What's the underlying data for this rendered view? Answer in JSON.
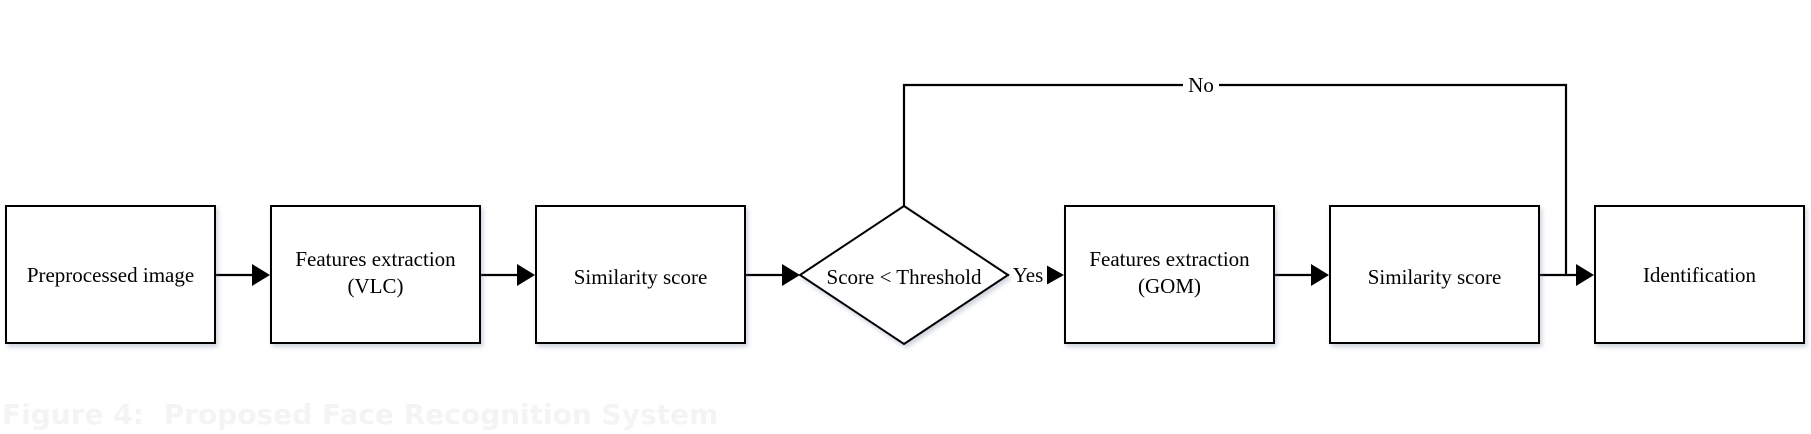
{
  "nodes": {
    "preprocessed": {
      "lines": [
        "Preprocessed image"
      ]
    },
    "features_vlc": {
      "lines": [
        "Features extraction",
        "(VLC)"
      ]
    },
    "similarity_1": {
      "lines": [
        "Similarity score"
      ]
    },
    "decision": {
      "lines": [
        "Score < Threshold"
      ]
    },
    "features_gom": {
      "lines": [
        "Features extraction",
        "(GOM)"
      ]
    },
    "similarity_2": {
      "lines": [
        "Similarity score"
      ]
    },
    "identification": {
      "lines": [
        "Identification"
      ]
    }
  },
  "edges": {
    "yes_label": "Yes",
    "no_label": "No"
  },
  "caption": {
    "label": "Figure 4:",
    "text": "Proposed Face Recognition System"
  }
}
